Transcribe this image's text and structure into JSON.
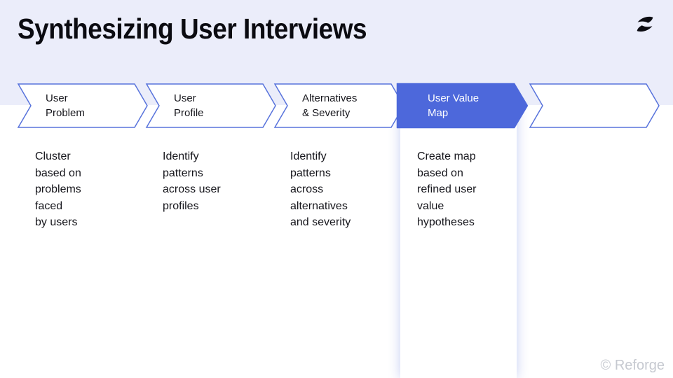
{
  "header": {
    "title": "Synthesizing User Interviews",
    "logo": "reforge-logo"
  },
  "process": {
    "steps": [
      {
        "label": "User\nProblem",
        "description": "Cluster\nbased on\nproblems\nfaced\nby users",
        "state": "default"
      },
      {
        "label": "User\nProfile",
        "description": "Identify\npatterns\nacross user\nprofiles",
        "state": "default"
      },
      {
        "label": "Alternatives\n& Severity",
        "description": "Identify\npatterns\nacross\nalternatives\nand severity",
        "state": "default"
      },
      {
        "label": "User Value\nMap",
        "description": "Create map\nbased on\nrefined user\nvalue\nhypotheses",
        "state": "active"
      },
      {
        "label": "",
        "description": "",
        "state": "default"
      }
    ]
  },
  "footer": {
    "watermark": "© Reforge"
  },
  "colors": {
    "header_bg": "#EBEDFA",
    "accent": "#4D68DB",
    "chevron_border": "#5873DC",
    "text_dark": "#16161C",
    "title": "#0B0B11",
    "watermark": "#C6C9D0"
  }
}
